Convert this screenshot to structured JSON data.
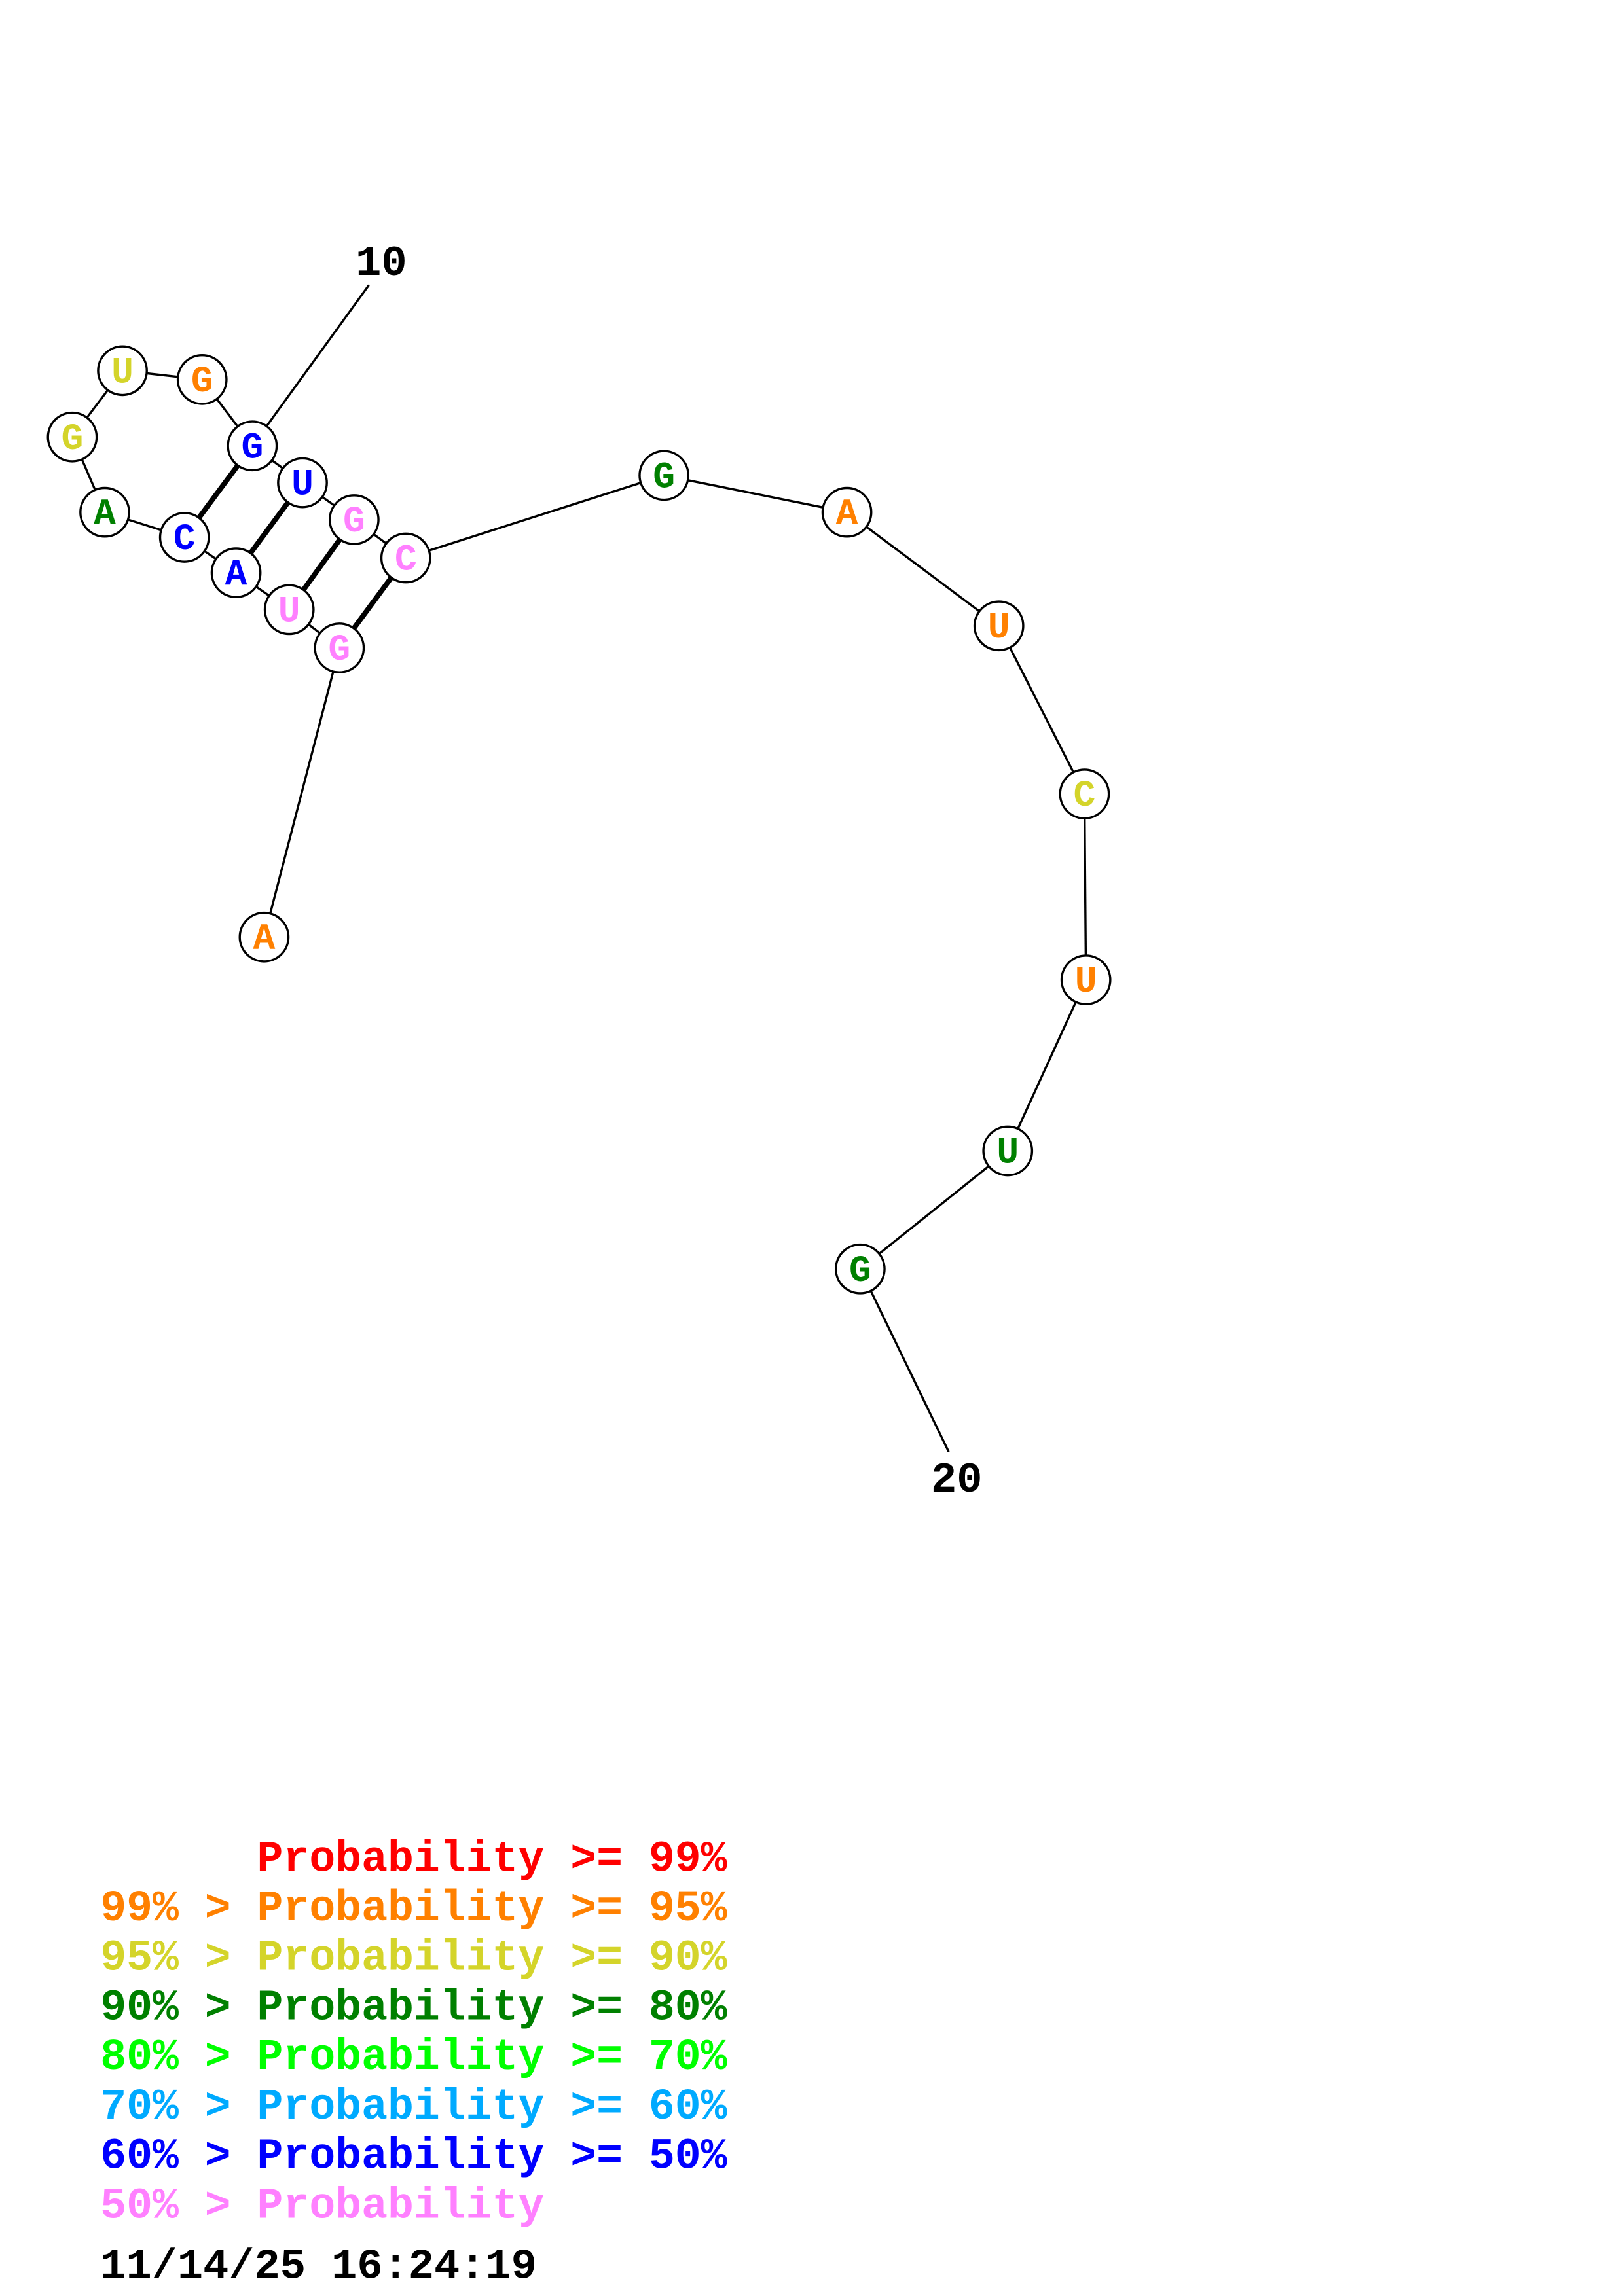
{
  "structure": {
    "sequence": [
      "A",
      "G",
      "U",
      "A",
      "C",
      "A",
      "G",
      "U",
      "G",
      "G",
      "U",
      "G",
      "C",
      "G",
      "A",
      "U",
      "C",
      "U",
      "U",
      "G"
    ],
    "probability_class": [
      1,
      7,
      7,
      6,
      6,
      3,
      2,
      2,
      1,
      6,
      6,
      7,
      7,
      3,
      1,
      1,
      2,
      1,
      3,
      3
    ],
    "pairs": [
      [
        2,
        13
      ],
      [
        3,
        12
      ],
      [
        4,
        11
      ],
      [
        5,
        10
      ]
    ],
    "position_labels": [
      {
        "index": 10,
        "text": "10"
      },
      {
        "index": 20,
        "text": "20"
      }
    ]
  },
  "legend": {
    "colors": [
      "#ff0000",
      "#ff8000",
      "#d4d42a",
      "#008000",
      "#00ff00",
      "#00aaff",
      "#0000ff",
      "#ff80ff"
    ],
    "rows": [
      "      Probability >= 99%",
      "99% > Probability >= 95%",
      "95% > Probability >= 90%",
      "90% > Probability >= 80%",
      "80% > Probability >= 70%",
      "70% > Probability >= 60%",
      "60% > Probability >= 50%",
      "50% > Probability"
    ],
    "timestamp": "11/14/25 16:24:19"
  }
}
